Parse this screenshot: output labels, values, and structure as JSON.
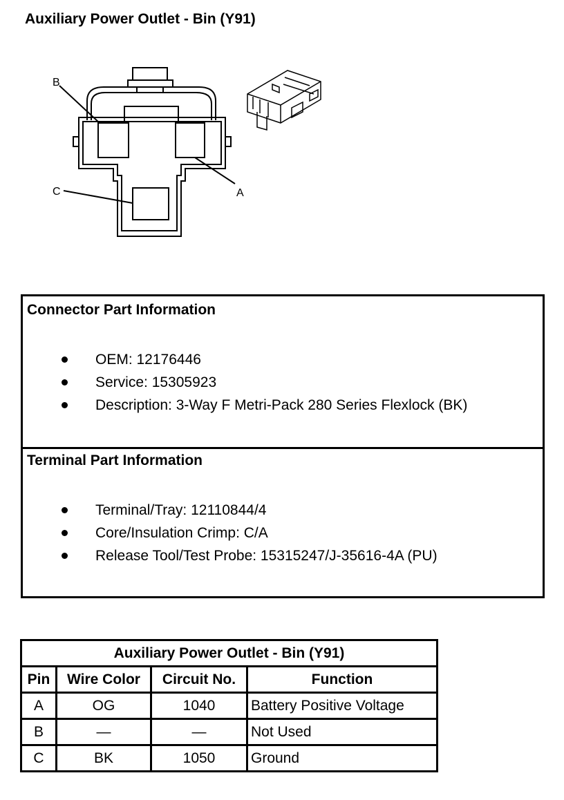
{
  "title": "Auxiliary Power Outlet - Bin (Y91)",
  "diagram": {
    "labels": {
      "a": "A",
      "b": "B",
      "c": "C"
    }
  },
  "connector_info": {
    "heading": "Connector Part Information",
    "items": [
      "OEM: 12176446",
      "Service: 15305923",
      "Description: 3-Way F Metri-Pack 280 Series Flexlock (BK)"
    ]
  },
  "terminal_info": {
    "heading": "Terminal Part Information",
    "items": [
      "Terminal/Tray: 12110844/4",
      "Core/Insulation Crimp: C/A",
      "Release Tool/Test Probe: 15315247/J-35616-4A (PU)"
    ]
  },
  "pin_table": {
    "caption": "Auxiliary Power Outlet - Bin (Y91)",
    "headers": [
      "Pin",
      "Wire Color",
      "Circuit No.",
      "Function"
    ],
    "rows": [
      [
        "A",
        "OG",
        "1040",
        "Battery Positive Voltage"
      ],
      [
        "B",
        "—",
        "—",
        "Not Used"
      ],
      [
        "C",
        "BK",
        "1050",
        "Ground"
      ]
    ]
  }
}
